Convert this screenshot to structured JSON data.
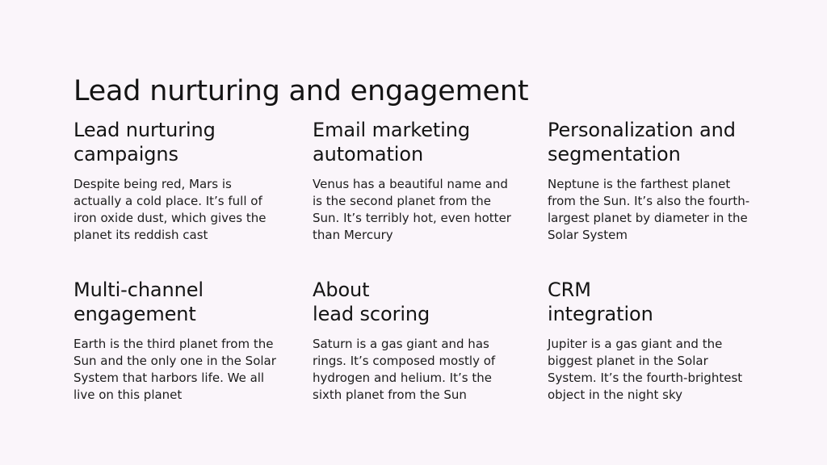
{
  "slide": {
    "title": "Lead nurturing and engagement",
    "background_color": "#faf5fa",
    "text_color": "#141414",
    "body_text_color": "#1c1c1c",
    "cards": [
      {
        "heading": "Lead nurturing\ncampaigns",
        "body": "Despite being red, Mars is actually a cold place. It’s full of iron oxide dust, which gives the planet its reddish cast"
      },
      {
        "heading": "Email marketing\nautomation",
        "body": "Venus has a beautiful name and is the second planet from the Sun. It’s terribly hot, even hotter than Mercury"
      },
      {
        "heading": "Personalization and\nsegmentation",
        "body": "Neptune is the farthest planet from the Sun. It’s also the fourth-largest planet by diameter in the Solar System"
      },
      {
        "heading": "Multi-channel\nengagement",
        "body": "Earth is the third planet from the Sun and the only one in the Solar System that harbors life. We all live on this planet"
      },
      {
        "heading": "About\nlead scoring",
        "body": "Saturn is a gas giant and has rings. It’s composed mostly of hydrogen and helium. It’s the sixth planet from the Sun"
      },
      {
        "heading": "CRM\nintegration",
        "body": "Jupiter is a gas giant and the biggest planet in the Solar System. It’s the fourth-brightest object in the night sky"
      }
    ]
  }
}
